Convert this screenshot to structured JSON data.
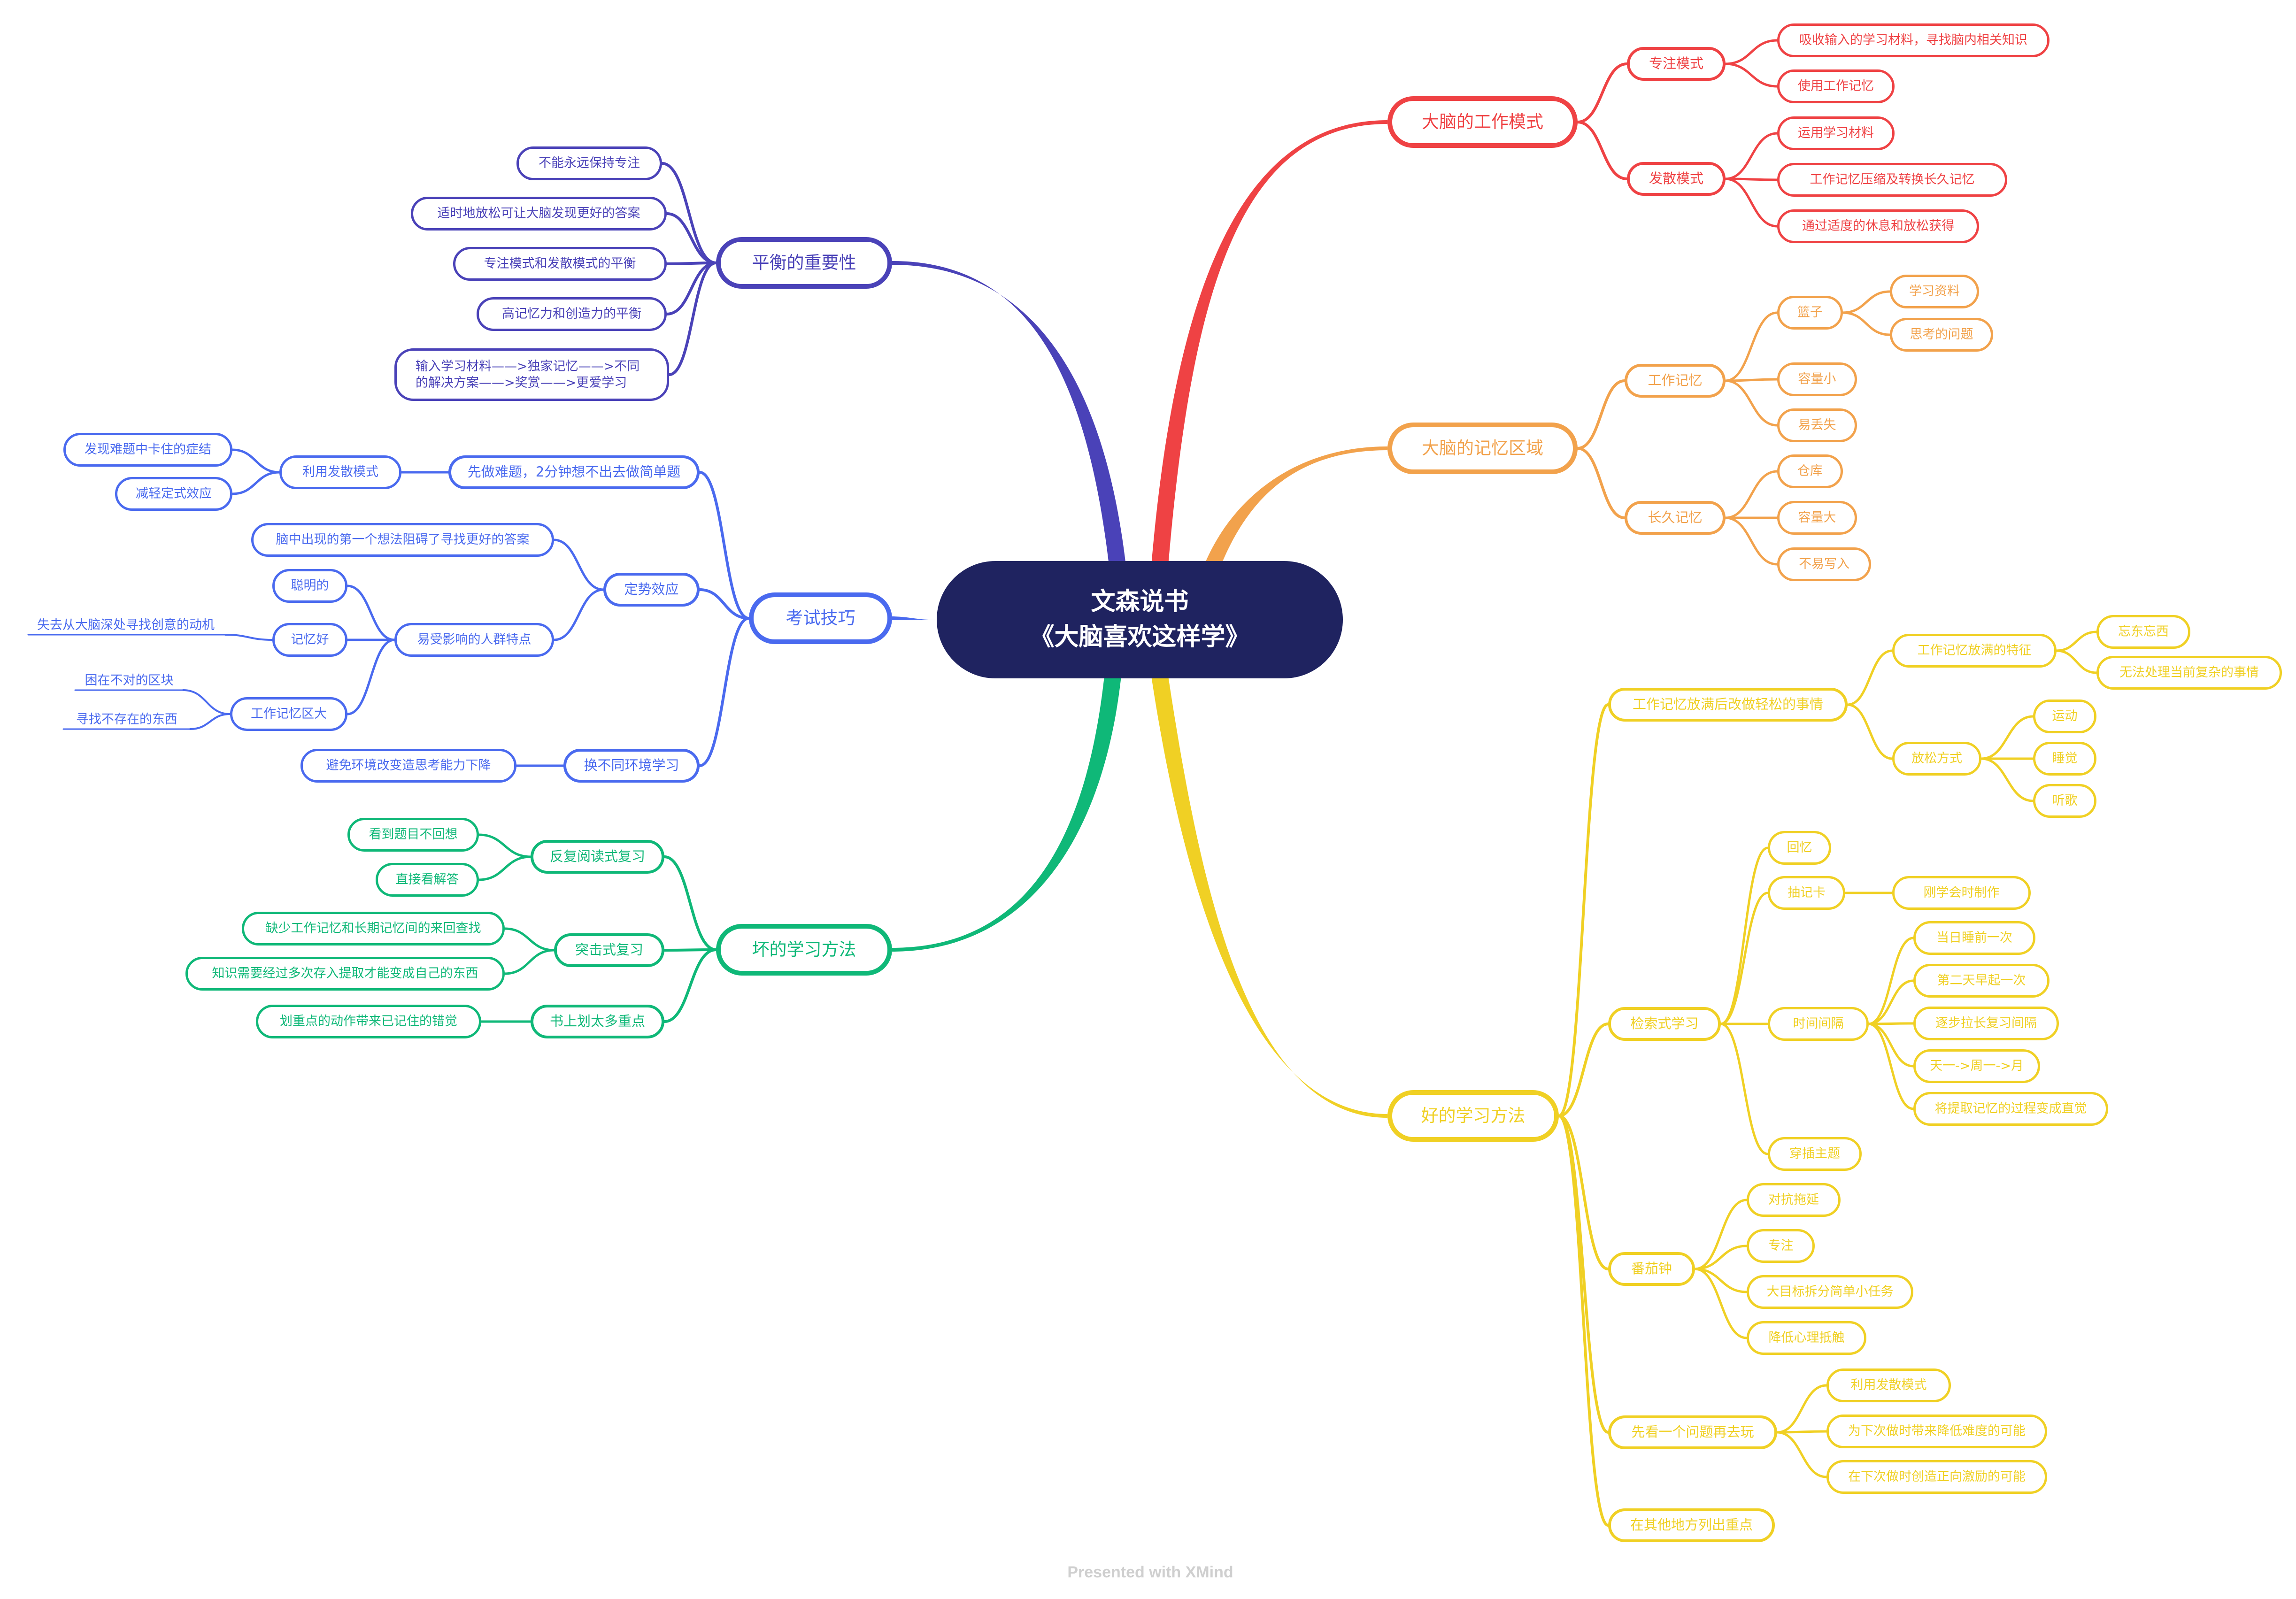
{
  "root": {
    "line1": "文森说书",
    "line2": "《大脑喜欢这样学》"
  },
  "colors": {
    "root_bg": "#1f2360",
    "red": "#ef4244",
    "orange": "#f2a24c",
    "yellow": "#f0d024",
    "purple": "#4a42b8",
    "blue": "#4a6aef",
    "green": "#0fb878"
  },
  "branches": {
    "work_mode": {
      "label": "大脑的工作模式",
      "focus": {
        "label": "专注模式",
        "items": [
          "吸收输入的学习材料，寻找脑内相关知识",
          "使用工作记忆"
        ]
      },
      "diffuse": {
        "label": "发散模式",
        "items": [
          "运用学习材料",
          "工作记忆压缩及转换长久记忆",
          "通过适度的休息和放松获得"
        ]
      }
    },
    "memory": {
      "label": "大脑的记忆区域",
      "working": {
        "label": "工作记忆",
        "basket": {
          "label": "篮子",
          "items": [
            "学习资料",
            "思考的问题"
          ]
        },
        "items": [
          "容量小",
          "易丢失"
        ]
      },
      "long_term": {
        "label": "长久记忆",
        "items": [
          "仓库",
          "容量大",
          "不易写入"
        ]
      }
    },
    "good": {
      "label": "好的学习方法",
      "relax": {
        "label": "工作记忆放满后改做轻松的事情",
        "feature": {
          "label": "工作记忆放满的特征",
          "items": [
            "忘东忘西",
            "无法处理当前复杂的事情"
          ]
        },
        "ways": {
          "label": "放松方式",
          "items": [
            "运动",
            "睡觉",
            "听歌"
          ]
        }
      },
      "retrieval": {
        "label": "检索式学习",
        "recall": "回忆",
        "flashcard": {
          "label": "抽记卡",
          "item": "刚学会时制作"
        },
        "interval": {
          "label": "时间间隔",
          "items": [
            "当日睡前一次",
            "第二天早起一次",
            "逐步拉长复习间隔",
            "天一->周一->月",
            "将提取记忆的过程变成直觉"
          ]
        },
        "interleave": "穿插主题"
      },
      "pomodoro": {
        "label": "番茄钟",
        "items": [
          "对抗拖延",
          "专注",
          "大目标拆分简单小任务",
          "降低心理抵触"
        ]
      },
      "first_problem": {
        "label": "先看一个问题再去玩",
        "items": [
          "利用发散模式",
          "为下次做时带来降低难度的可能",
          "在下次做时创造正向激励的可能"
        ]
      },
      "list_focus": "在其他地方列出重点"
    },
    "balance": {
      "label": "平衡的重要性",
      "items": [
        "不能永远保持专注",
        "适时地放松可让大脑发现更好的答案",
        "专注模式和发散模式的平衡",
        "高记忆力和创造力的平衡"
      ],
      "long_item": {
        "line1": "输入学习材料——>独家记忆——>不同",
        "line2": "的解决方案——>奖赏——>更爱学习"
      }
    },
    "exam": {
      "label": "考试技巧",
      "hard_first": {
        "label": "先做难题，2分钟想不出去做简单题",
        "diffuse": {
          "label": "利用发散模式",
          "items": [
            "发现难题中卡住的症结",
            "减轻定式效应"
          ]
        }
      },
      "einstellung": {
        "label": "定势效应",
        "first_idea": "脑中出现的第一个想法阻碍了寻找更好的答案",
        "affected": {
          "label": "易受影响的人群特点",
          "smart": "聪明的",
          "good_memory": {
            "label": "记忆好",
            "item": "失去从大脑深处寻找创意的动机"
          },
          "big_wm": {
            "label": "工作记忆区大",
            "items": [
              "困在不对的区块",
              "寻找不存在的东西"
            ]
          }
        }
      },
      "env": {
        "label": "换不同环境学习",
        "item": "避免环境改变造思考能力下降"
      }
    },
    "bad": {
      "label": "坏的学习方法",
      "reread": {
        "label": "反复阅读式复习",
        "items": [
          "看到题目不回想",
          "直接看解答"
        ]
      },
      "cram": {
        "label": "突击式复习",
        "items": [
          "缺少工作记忆和长期记忆间的来回查找",
          "知识需要经过多次存入提取才能变成自己的东西"
        ]
      },
      "highlight": {
        "label": "书上划太多重点",
        "item": "划重点的动作带来已记住的错觉"
      }
    }
  },
  "footer": "Presented with XMind"
}
